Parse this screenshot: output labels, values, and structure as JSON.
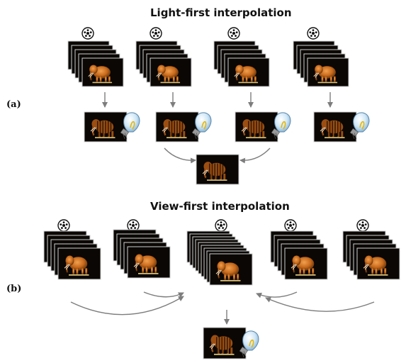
{
  "sections": {
    "a": {
      "label": "(a)",
      "title": "Light-first interpolation"
    },
    "b": {
      "label": "(b)",
      "title": "View-first interpolation"
    }
  },
  "icons": {
    "viewpoint": "camera-dial-icon",
    "light": "light-bulb-icon"
  },
  "colors": {
    "frame_bg": "#0a0704",
    "frame_border": "#cfcfcf",
    "elephant": "#c86a1c",
    "elephant_dark": "#6a3409",
    "arrow": "#7d7d7d",
    "bulb": "#cfe7f7"
  }
}
